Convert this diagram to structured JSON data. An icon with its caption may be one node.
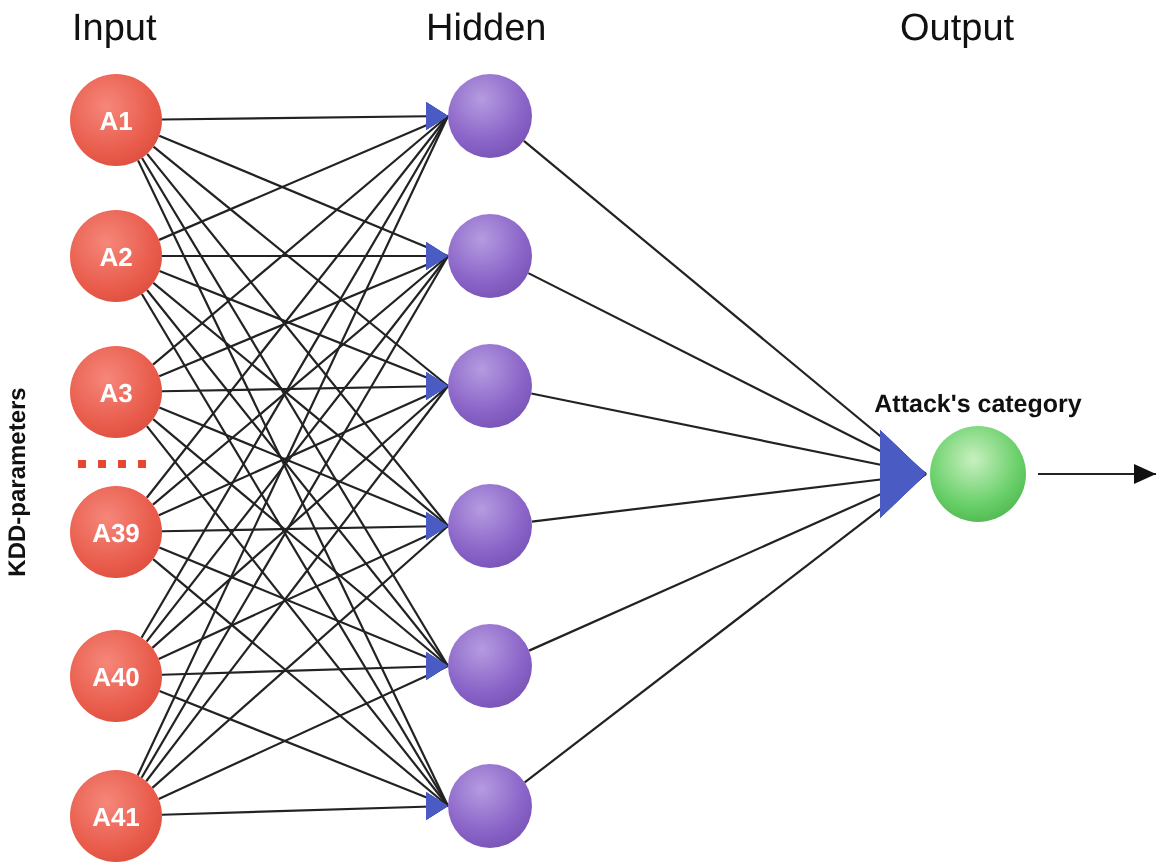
{
  "diagram": {
    "nodes": [
      {
        "text": [
          "A1"
        ]
      },
      {
        "text": [
          "A2"
        ]
      },
      {
        "text": [
          "A3"
        ]
      },
      {
        "text": [
          "A39"
        ]
      },
      {
        "text": [
          "A40"
        ]
      },
      {
        "text": [
          "A41"
        ]
      },
      {
        "text": [],
        "shape": "circle"
      },
      {
        "text": [],
        "shape": "circle"
      },
      {
        "text": [],
        "shape": "circle"
      },
      {
        "text": [],
        "shape": "circle"
      },
      {
        "text": [],
        "shape": "circle"
      },
      {
        "text": [],
        "shape": "circle"
      },
      {
        "text": [
          "Attack's category"
        ]
      }
    ],
    "edges": [
      {
        "from": 0,
        "to": 6,
        "arrow": "to"
      },
      {
        "from": 0,
        "to": 7,
        "arrow": "to"
      },
      {
        "from": 0,
        "to": 8,
        "arrow": "to"
      },
      {
        "from": 0,
        "to": 9,
        "arrow": "to"
      },
      {
        "from": 0,
        "to": 10,
        "arrow": "to"
      },
      {
        "from": 0,
        "to": 11,
        "arrow": "to"
      },
      {
        "from": 1,
        "to": 6,
        "arrow": "to"
      },
      {
        "from": 1,
        "to": 7,
        "arrow": "to"
      },
      {
        "from": 1,
        "to": 8,
        "arrow": "to"
      },
      {
        "from": 1,
        "to": 9,
        "arrow": "to"
      },
      {
        "from": 1,
        "to": 10,
        "arrow": "to"
      },
      {
        "from": 1,
        "to": 11,
        "arrow": "to"
      },
      {
        "from": 2,
        "to": 6,
        "arrow": "to"
      },
      {
        "from": 2,
        "to": 7,
        "arrow": "to"
      },
      {
        "from": 2,
        "to": 8,
        "arrow": "to"
      },
      {
        "from": 2,
        "to": 9,
        "arrow": "to"
      },
      {
        "from": 2,
        "to": 10,
        "arrow": "to"
      },
      {
        "from": 2,
        "to": 11,
        "arrow": "to"
      },
      {
        "from": 3,
        "to": 6,
        "arrow": "to"
      },
      {
        "from": 3,
        "to": 7,
        "arrow": "to"
      },
      {
        "from": 3,
        "to": 8,
        "arrow": "to"
      },
      {
        "from": 3,
        "to": 9,
        "arrow": "to"
      },
      {
        "from": 3,
        "to": 10,
        "arrow": "to"
      },
      {
        "from": 3,
        "to": 11,
        "arrow": "to"
      },
      {
        "from": 4,
        "to": 6,
        "arrow": "to"
      },
      {
        "from": 4,
        "to": 7,
        "arrow": "to"
      },
      {
        "from": 4,
        "to": 8,
        "arrow": "to"
      },
      {
        "from": 4,
        "to": 9,
        "arrow": "to"
      },
      {
        "from": 4,
        "to": 10,
        "arrow": "to"
      },
      {
        "from": 4,
        "to": 11,
        "arrow": "to"
      },
      {
        "from": 5,
        "to": 6,
        "arrow": "to"
      },
      {
        "from": 5,
        "to": 7,
        "arrow": "to"
      },
      {
        "from": 5,
        "to": 8,
        "arrow": "to"
      },
      {
        "from": 5,
        "to": 9,
        "arrow": "to"
      },
      {
        "from": 5,
        "to": 10,
        "arrow": "to"
      },
      {
        "from": 5,
        "to": 11,
        "arrow": "to"
      },
      {
        "from": 6,
        "to": 12,
        "arrow": "to"
      },
      {
        "from": 7,
        "to": 12,
        "arrow": "to"
      },
      {
        "from": 8,
        "to": 12,
        "arrow": "to"
      },
      {
        "from": 9,
        "to": 12,
        "arrow": "to"
      },
      {
        "from": 10,
        "to": 12,
        "arrow": "to"
      },
      {
        "from": 11,
        "to": 12,
        "arrow": "to"
      },
      {
        "from": 12,
        "to": null,
        "arrow": "to"
      }
    ],
    "labels": [
      "Input",
      "Hidden",
      "Output",
      "KDD-parameters"
    ]
  }
}
